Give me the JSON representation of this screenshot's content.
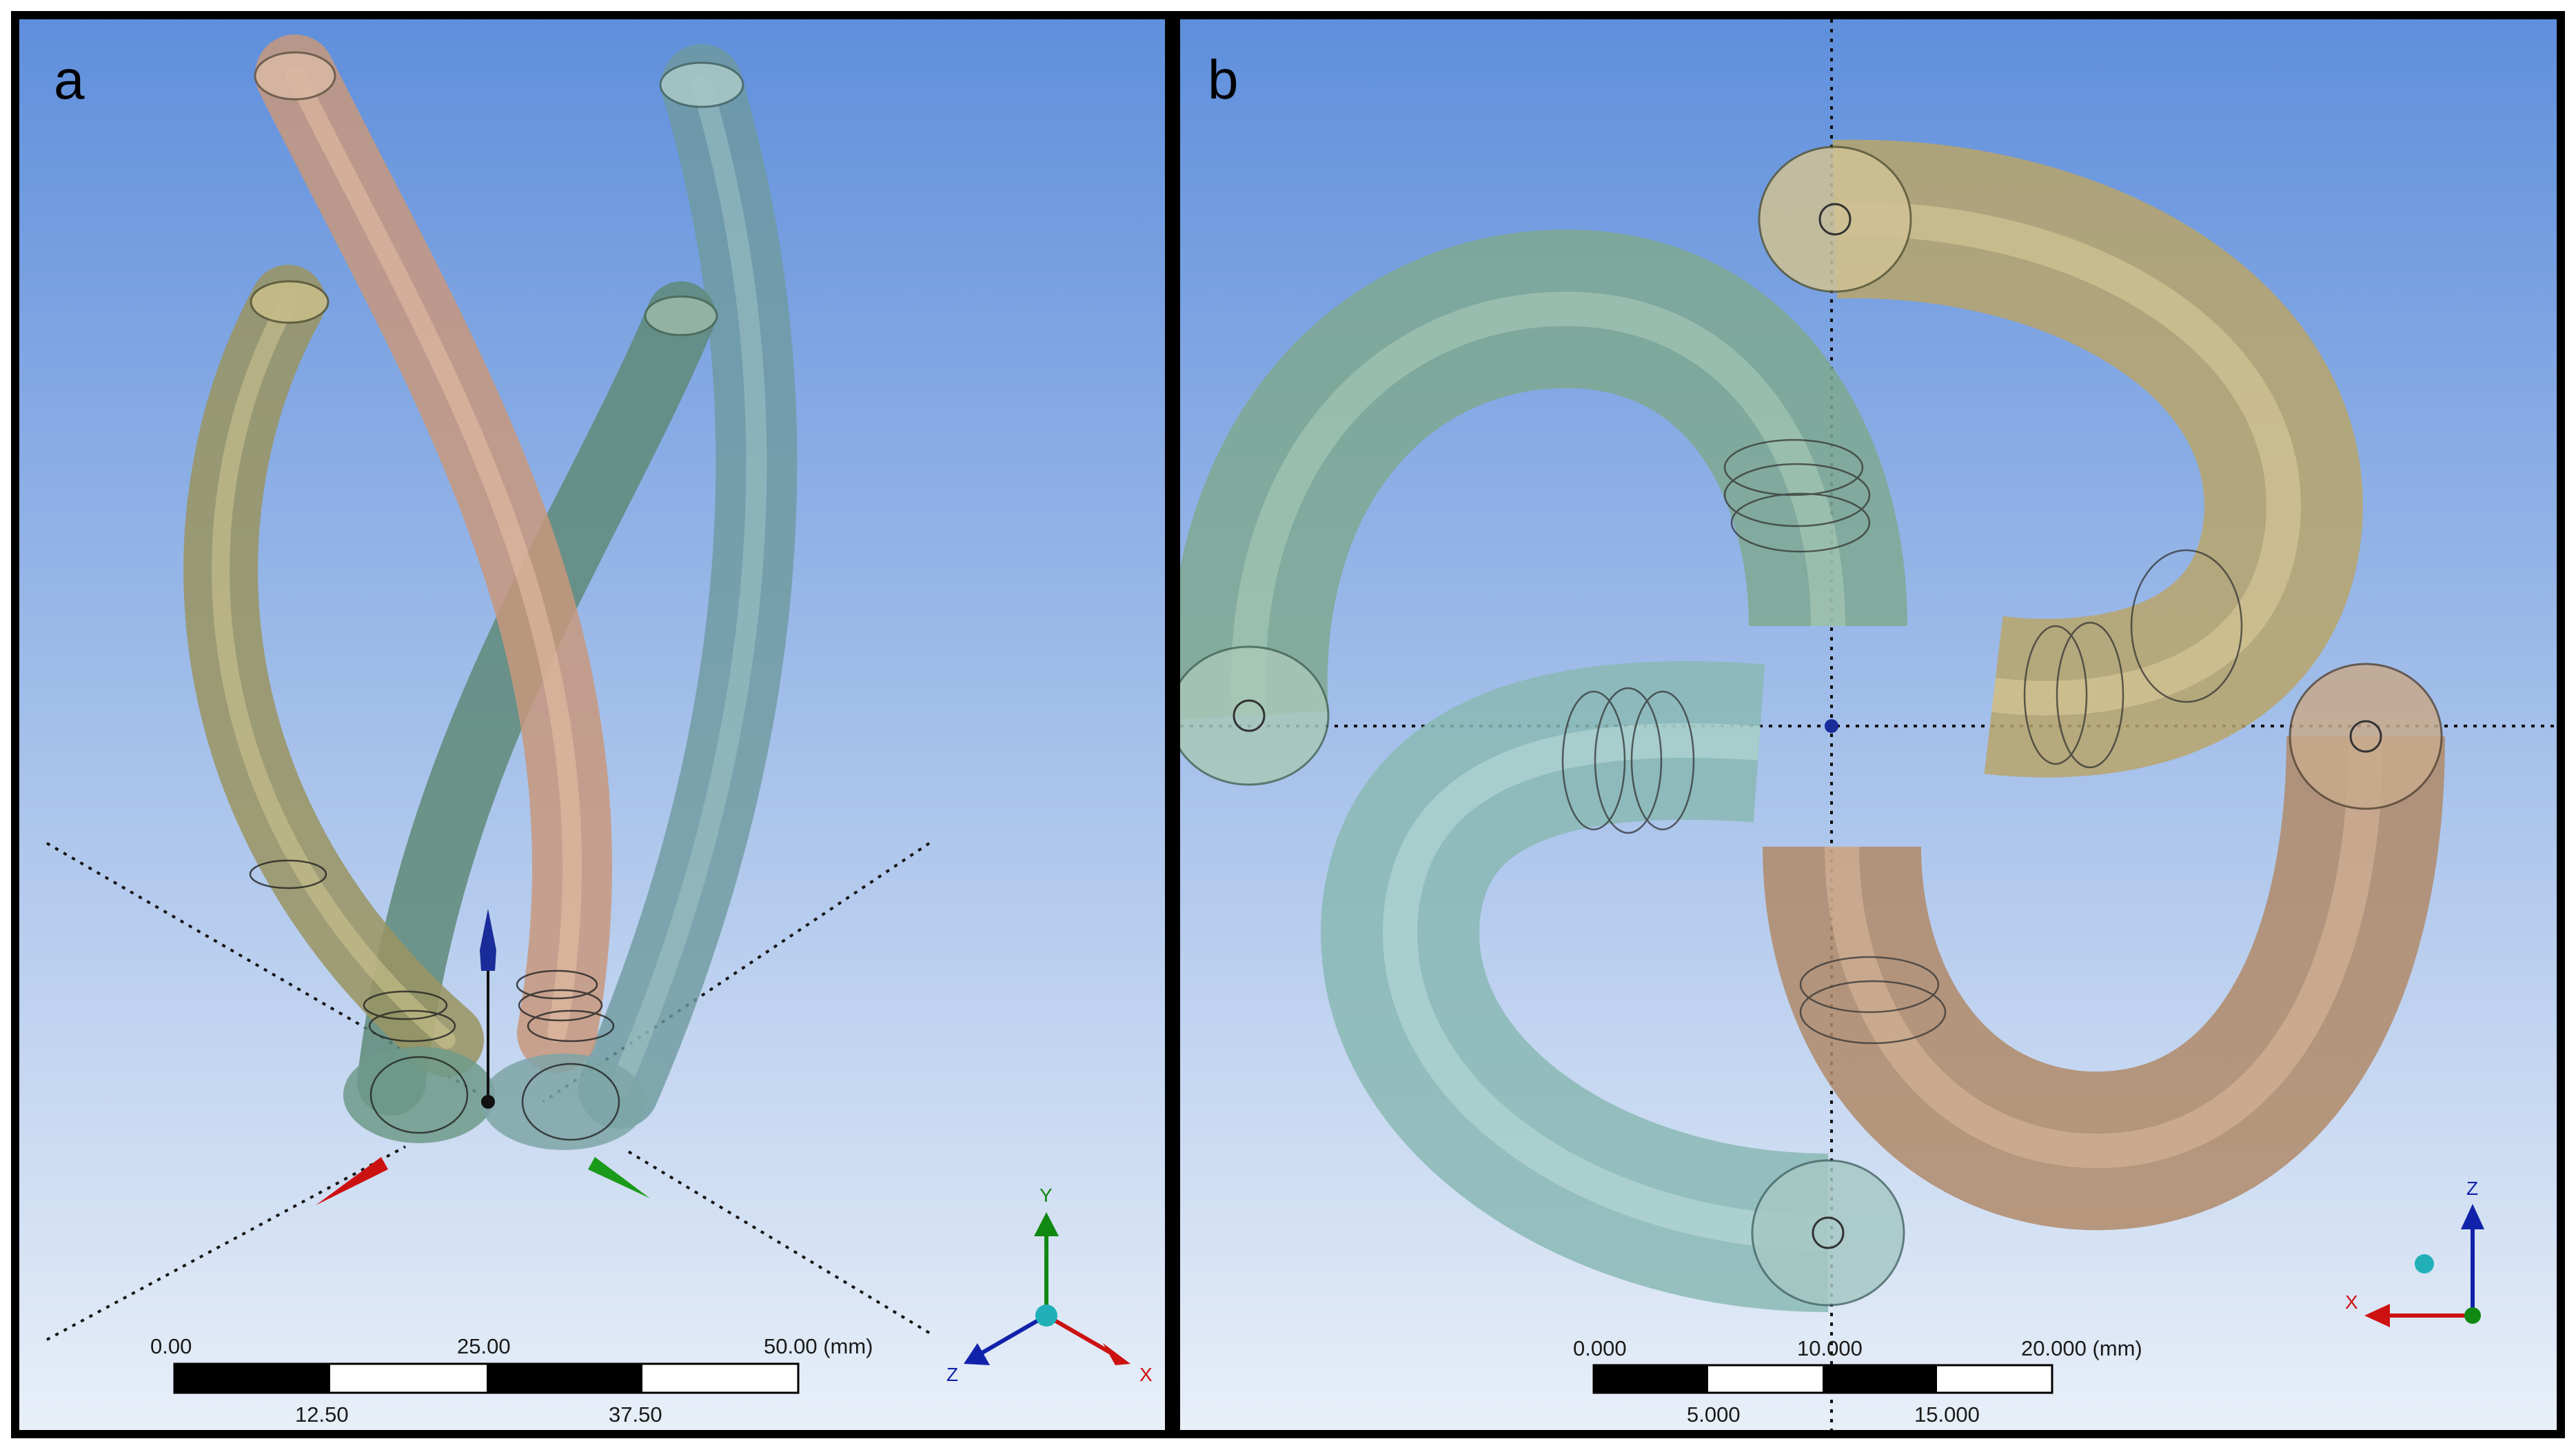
{
  "panels": [
    {
      "label": "a",
      "scale_bar": {
        "top_labels": [
          "0.00",
          "25.00",
          "50.00 (mm)"
        ],
        "bottom_labels": [
          "12.50",
          "37.50"
        ]
      },
      "triad_axes": [
        "Y",
        "Z",
        "X"
      ]
    },
    {
      "label": "b",
      "scale_bar": {
        "top_labels": [
          "0.000",
          "10.000",
          "20.000 (mm)"
        ],
        "bottom_labels": [
          "5.000",
          "15.000"
        ]
      },
      "triad_axes": [
        "Z",
        "X"
      ]
    }
  ],
  "colors": {
    "background_top": "#5f8fdc",
    "background_bottom": "#e6eef8",
    "tube_green": "#8fb89a",
    "tube_gold": "#c8b880",
    "tube_copper": "#c89a70",
    "tube_teal": "#8ab4b4",
    "tube_olive": "#9a9a6a",
    "axis_red": "#cc1111",
    "axis_green": "#118811",
    "axis_blue": "#1122aa"
  }
}
